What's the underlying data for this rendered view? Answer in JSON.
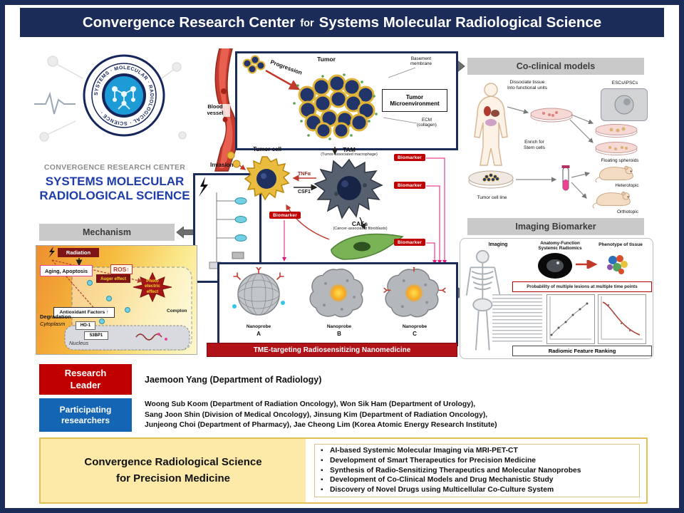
{
  "header": {
    "title_main": "Convergence Research Center",
    "title_for": "for",
    "title_rest": "Systems Molecular Radiological Science"
  },
  "logo": {
    "ring_text": "SYSTEMS · MOLECULAR · RADIOLOGICAL · SCIENCE ·",
    "org_line": "CONVERGENCE RESEARCH CENTER",
    "name_line1": "SYSTEMS MOLECULAR",
    "name_line2": "RADIOLOGICAL SCIENCE"
  },
  "panel_titles": {
    "mechanism": "Mechanism",
    "co_clinical": "Co-clinical models",
    "imaging_biomarker": "Imaging Biomarker"
  },
  "central": {
    "progression_label": "Progression",
    "tumor_label": "Tumor",
    "basement_membrane_label": "Basement\nmembrane",
    "tme_box_label": "Tumor\nMicroenvironment",
    "ecm_label": "ECM\n(collagen)",
    "blood_vessel_label": "Blood\nvessel",
    "invasion_label": "Invasion",
    "tumor_cell_label": "Tumor cell",
    "tam_label": "TAM",
    "tam_sub_label": "(Tumor-associated macrophage)",
    "tnfa_label": "TNFα",
    "csf1_label": "CSF1",
    "cafs_label": "CAFs",
    "cafs_sub_label": "(Cancer-associated fibroblasts)",
    "biomarker_label": "Biomarker",
    "nanoprobe_label": "Nanoprobe",
    "nanoprobe_a": "A",
    "nanoprobe_b": "B",
    "nanoprobe_c": "C",
    "banner": "TME-targeting Radiosensitizing Nanomedicine"
  },
  "mechanism": {
    "radiation": "Radiation",
    "aging_apoptosis": "Aging, Apoptosis",
    "ros": "ROS↑",
    "auger": "Auger effect",
    "photoelectric": "Photo\nelectric\neffect",
    "compton": "Compton",
    "antioxidant": "Antioxidant Factors ↑",
    "degradation": "Degradation",
    "cytoplasm": "Cytoplasm",
    "ho1": "HO-1",
    "bp53": "53BP1",
    "nucleus": "Nucleus"
  },
  "co_clinical": {
    "dissociate": "Dissociate tissue\nInto functional units",
    "escs": "ESCs/iPSCs",
    "enrich": "Enrich for\nStem cells",
    "floating": "Floating spheroids",
    "tumor_cell_line": "Tumor cell line",
    "heterotopic": "Heterotopic",
    "orthotopic": "Orthotopic"
  },
  "imaging": {
    "imaging_label": "Imaging",
    "anatomy_label": "Anatomy-Function\nSystemic Radiomics",
    "phenotype_label": "Phenotype of tissue",
    "probability_banner": "Probability of multiple lesions at multiple time points",
    "radiomic_label": "Radiomic Feature Ranking"
  },
  "rows": {
    "leader_label": "Research\nLeader",
    "leader_value": "Jaemoon Yang (Department of Radiology)",
    "participating_label": "Participating\nresearchers",
    "participating_line1": "Woong Sub Koom (Department of Radiation Oncology), Won Sik Ham (Department of Urology),",
    "participating_line2": "Sang Joon Shin (Division of Medical Oncology), Jinsung Kim (Department of Radiation Oncology),",
    "participating_line3": "Junjeong Choi (Department of Pharmacy), Jae Cheong Lim (Korea Atomic Energy Research Institute)"
  },
  "footer": {
    "title": "Convergence Radiological Science\nfor Precision Medicine",
    "bullets": [
      "AI-based Systemic Molecular Imaging via MRI-PET-CT",
      "Development of Smart Therapeutics for Precision Medicine",
      "Synthesis of Radio-Sensitizing Therapeutics and Molecular Nanoprobes",
      "Development of Co-Clinical Models and Drug Mechanistic Study",
      "Discovery of Novel Drugs using Multicellular Co-Culture System"
    ]
  }
}
